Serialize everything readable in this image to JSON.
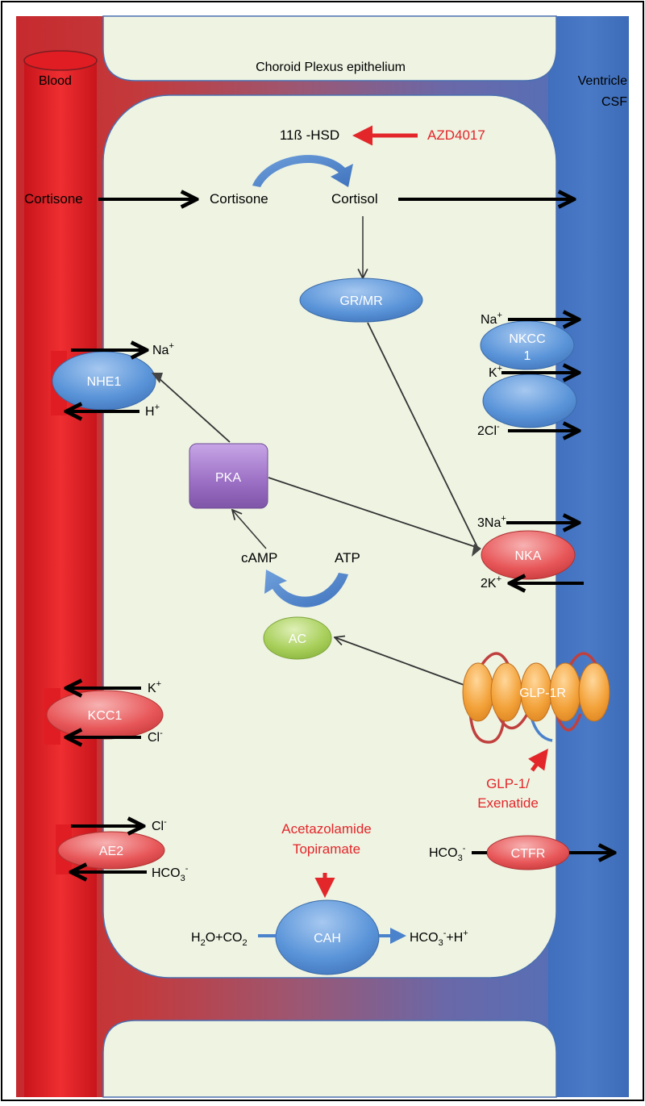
{
  "labels": {
    "top_cell": "Choroid Plexus epithelium",
    "blood": "Blood",
    "ventricle": "Ventricle",
    "csf": "CSF",
    "hsd": "11ß -HSD",
    "azd": "AZD4017",
    "cortisone_blood": "Cortisone",
    "cortisone_cell": "Cortisone",
    "cortisol": "Cortisol",
    "camp": "cAMP",
    "atp": "ATP",
    "acetazolamide": "Acetazolamide",
    "topiramate": "Topiramate",
    "glp1_line1": "GLP-1/",
    "glp1_line2": "Exenatide"
  },
  "proteins": {
    "grmr": "GR/MR",
    "nhe1": "NHE1",
    "nkcc1_line1": "NKCC",
    "nkcc1_line2": "1",
    "pka": "PKA",
    "nka": "NKA",
    "ac": "AC",
    "glp1r": "GLP-1R",
    "kcc1": "KCC1",
    "ae2": "AE2",
    "ctfr": "CTFR",
    "cah": "CAH"
  },
  "ions": {
    "nhe1_na": "Na",
    "nhe1_na_sup": "+",
    "nhe1_h": "H",
    "nhe1_h_sup": "+",
    "nkcc_na": "Na",
    "nkcc_na_sup": "+",
    "nkcc_k": "K",
    "nkcc_k_sup": "+",
    "nkcc_cl": "2Cl",
    "nkcc_cl_sup": "-",
    "nka_na": "3Na",
    "nka_na_sup": "+",
    "nka_k": "2K",
    "nka_k_sup": "+",
    "kcc1_k": "K",
    "kcc1_k_sup": "+",
    "kcc1_cl": "Cl",
    "kcc1_cl_sup": "-",
    "ae2_cl": "Cl",
    "ae2_cl_sup": "-",
    "ae2_hco3": "HCO",
    "ae2_hco3_sub": "3",
    "ae2_hco3_sup": "-",
    "ctfr_hco3": "HCO",
    "ctfr_hco3_sub": "3",
    "ctfr_hco3_sup": "-",
    "cah_in_a": "H",
    "cah_in_sub1": "2",
    "cah_in_b": "O+CO",
    "cah_in_sub2": "2",
    "cah_out_a": "HCO",
    "cah_out_sub": "3",
    "cah_out_sup1": "-",
    "cah_out_b": "+H",
    "cah_out_sup2": "+"
  },
  "colors": {
    "blood_red": "#e5262a",
    "ventricle_blue": "#4678c2",
    "cytoplasm": "#eef3e2",
    "drug_red": "#e3262a",
    "protein_blue": "#5b95d9",
    "protein_red": "#e8585a",
    "pka_purple": "#9b6fc4",
    "ac_green": "#a8cf5a",
    "glp_orange": "#f3a23a"
  }
}
